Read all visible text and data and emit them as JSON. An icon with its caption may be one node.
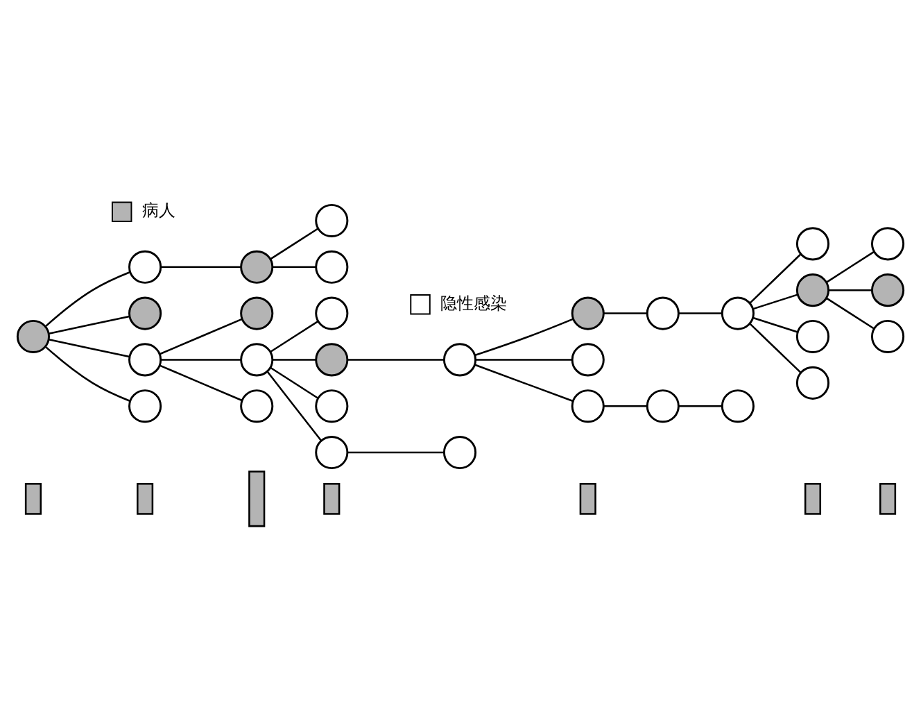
{
  "diagram": {
    "nodes": [
      {
        "text": [],
        "shape": "disc"
      },
      {
        "text": [],
        "shape": "circle"
      },
      {
        "text": [],
        "shape": "disc"
      },
      {
        "text": [],
        "shape": "circle"
      },
      {
        "text": [],
        "shape": "circle"
      },
      {
        "text": [],
        "shape": "disc"
      },
      {
        "text": [],
        "shape": "disc"
      },
      {
        "text": [],
        "shape": "circle"
      },
      {
        "text": [],
        "shape": "circle"
      },
      {
        "text": [],
        "shape": "circle"
      },
      {
        "text": [],
        "shape": "circle"
      },
      {
        "text": [],
        "shape": "circle"
      },
      {
        "text": [],
        "shape": "disc"
      },
      {
        "text": [],
        "shape": "circle"
      },
      {
        "text": [],
        "shape": "circle"
      },
      {
        "text": [],
        "shape": "circle"
      },
      {
        "text": [],
        "shape": "circle"
      },
      {
        "text": [],
        "shape": "disc"
      },
      {
        "text": [],
        "shape": "circle"
      },
      {
        "text": [],
        "shape": "circle"
      },
      {
        "text": [],
        "shape": "circle"
      },
      {
        "text": [],
        "shape": "circle"
      },
      {
        "text": [],
        "shape": "circle"
      },
      {
        "text": [],
        "shape": "circle"
      },
      {
        "text": [],
        "shape": "circle"
      },
      {
        "text": [],
        "shape": "disc"
      },
      {
        "text": [],
        "shape": "circle"
      },
      {
        "text": [],
        "shape": "circle"
      },
      {
        "text": [],
        "shape": "circle"
      },
      {
        "text": [],
        "shape": "disc"
      },
      {
        "text": [],
        "shape": "circle"
      },
      {
        "text": [],
        "shape": "bar"
      },
      {
        "text": [],
        "shape": "bar"
      },
      {
        "text": [],
        "shape": "bar"
      },
      {
        "text": [],
        "shape": "bar"
      },
      {
        "text": [],
        "shape": "bar"
      },
      {
        "text": [],
        "shape": "bar"
      },
      {
        "text": [],
        "shape": "bar"
      }
    ],
    "edges": [
      {
        "from": 0,
        "to": 1,
        "arrow": "none"
      },
      {
        "from": 0,
        "to": 2,
        "arrow": "none"
      },
      {
        "from": 0,
        "to": 3,
        "arrow": "none"
      },
      {
        "from": 0,
        "to": 4,
        "arrow": "none"
      },
      {
        "from": 1,
        "to": 5,
        "arrow": "none"
      },
      {
        "from": 5,
        "to": 9,
        "arrow": "none"
      },
      {
        "from": 5,
        "to": 10,
        "arrow": "none"
      },
      {
        "from": 3,
        "to": 6,
        "arrow": "none"
      },
      {
        "from": 3,
        "to": 7,
        "arrow": "none"
      },
      {
        "from": 3,
        "to": 8,
        "arrow": "none"
      },
      {
        "from": 7,
        "to": 11,
        "arrow": "none"
      },
      {
        "from": 7,
        "to": 12,
        "arrow": "none"
      },
      {
        "from": 7,
        "to": 13,
        "arrow": "none"
      },
      {
        "from": 7,
        "to": 14,
        "arrow": "none"
      },
      {
        "from": 14,
        "to": 15,
        "arrow": "none"
      },
      {
        "from": 12,
        "to": 16,
        "arrow": "none"
      },
      {
        "from": 16,
        "to": 17,
        "arrow": "none"
      },
      {
        "from": 16,
        "to": 18,
        "arrow": "none"
      },
      {
        "from": 16,
        "to": 19,
        "arrow": "none"
      },
      {
        "from": 17,
        "to": 20,
        "arrow": "none"
      },
      {
        "from": 20,
        "to": 22,
        "arrow": "none"
      },
      {
        "from": 22,
        "to": 24,
        "arrow": "none"
      },
      {
        "from": 22,
        "to": 25,
        "arrow": "none"
      },
      {
        "from": 22,
        "to": 26,
        "arrow": "none"
      },
      {
        "from": 22,
        "to": 27,
        "arrow": "none"
      },
      {
        "from": 25,
        "to": 28,
        "arrow": "none"
      },
      {
        "from": 25,
        "to": 29,
        "arrow": "none"
      },
      {
        "from": 25,
        "to": 30,
        "arrow": "none"
      },
      {
        "from": 19,
        "to": 21,
        "arrow": "none"
      },
      {
        "from": 21,
        "to": 23,
        "arrow": "none"
      }
    ],
    "legend": [
      {
        "text": "病人",
        "color": "#b4b4b4"
      },
      {
        "text": "隐性感染",
        "color": "#ffffff"
      }
    ]
  }
}
